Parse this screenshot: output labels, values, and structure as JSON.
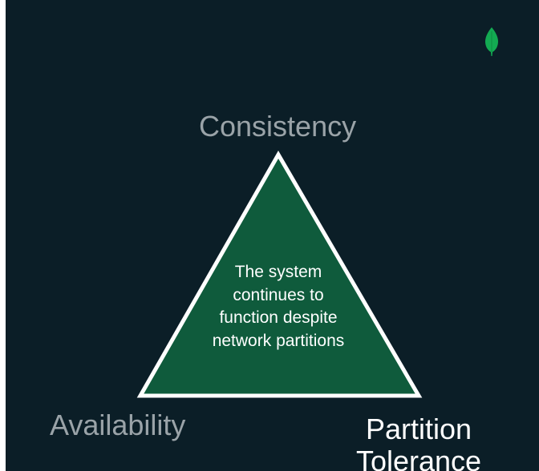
{
  "colors": {
    "background": "#0b1e27",
    "triangle_fill": "#0f5b3c",
    "triangle_stroke": "#ffffff",
    "muted_label": "#9aa3a8",
    "active_label": "#ffffff",
    "logo_green": "#13aa52"
  },
  "logo": {
    "icon": "mongodb-leaf-icon"
  },
  "diagram": {
    "vertices": {
      "top": "Consistency",
      "bottom_left": "Availability",
      "bottom_right_line1": "Partition",
      "bottom_right_line2": "Tolerance"
    },
    "center_text": {
      "line1": "The system",
      "line2": "continues to",
      "line3": "function despite",
      "line4": "network partitions"
    }
  }
}
